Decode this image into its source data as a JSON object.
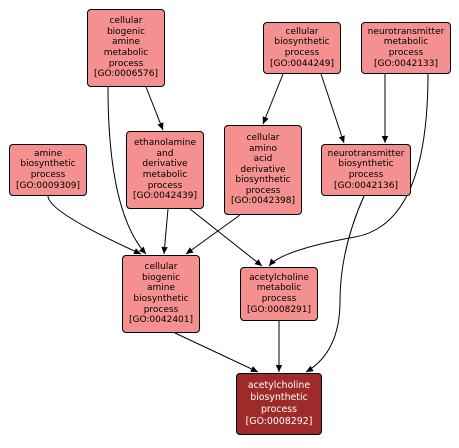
{
  "nodes": {
    "go0006576": {
      "lines": [
        "cellular",
        "biogenic",
        "amine",
        "metabolic",
        "process",
        "[GO:0006576]"
      ]
    },
    "go0044249": {
      "lines": [
        "cellular",
        "biosynthetic",
        "process",
        "[GO:0044249]"
      ]
    },
    "go0042133": {
      "lines": [
        "neurotransmitter",
        "metabolic",
        "process",
        "[GO:0042133]"
      ]
    },
    "go0009309": {
      "lines": [
        "amine",
        "biosynthetic",
        "process",
        "[GO:0009309]"
      ]
    },
    "go0042439": {
      "lines": [
        "ethanolamine",
        "and",
        "derivative",
        "metabolic",
        "process",
        "[GO:0042439]"
      ]
    },
    "go0042398": {
      "lines": [
        "cellular",
        "amino",
        "acid",
        "derivative",
        "biosynthetic",
        "process",
        "[GO:0042398]"
      ]
    },
    "go0042136": {
      "lines": [
        "neurotransmitter",
        "biosynthetic",
        "process",
        "[GO:0042136]"
      ]
    },
    "go0042401": {
      "lines": [
        "cellular",
        "biogenic",
        "amine",
        "biosynthetic",
        "process",
        "[GO:0042401]"
      ]
    },
    "go0008291": {
      "lines": [
        "acetylcholine",
        "metabolic",
        "process",
        "[GO:0008291]"
      ]
    },
    "go0008292": {
      "lines": [
        "acetylcholine",
        "biosynthetic",
        "process",
        "[GO:0008292]"
      ]
    }
  },
  "edges": [
    [
      "go0006576",
      "go0042439"
    ],
    [
      "go0006576",
      "go0042401"
    ],
    [
      "go0044249",
      "go0042398"
    ],
    [
      "go0044249",
      "go0042136"
    ],
    [
      "go0042133",
      "go0042136"
    ],
    [
      "go0042133",
      "go0008291"
    ],
    [
      "go0009309",
      "go0042401"
    ],
    [
      "go0042439",
      "go0042401"
    ],
    [
      "go0042439",
      "go0008291"
    ],
    [
      "go0042398",
      "go0042401"
    ],
    [
      "go0042136",
      "go0008292"
    ],
    [
      "go0042401",
      "go0008292"
    ],
    [
      "go0008291",
      "go0008292"
    ]
  ],
  "colors": {
    "node_fill": "#f59090",
    "target_fill": "#9f2a2a",
    "edge": "#000000"
  }
}
